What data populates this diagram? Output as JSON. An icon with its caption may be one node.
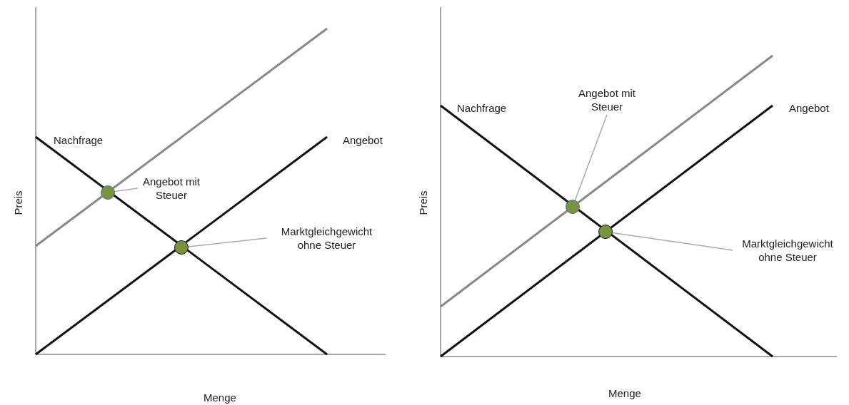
{
  "diagram": {
    "nodes": [
      {
        "text": [
          "Angebot mit Steuer"
        ]
      },
      {
        "text": [],
        "shape": "circle"
      },
      {
        "text": [
          "Marktgleichgewicht ohne Steuer"
        ]
      },
      {
        "text": [],
        "shape": "circle"
      },
      {
        "text": [
          "Angebot mit Steuer"
        ]
      },
      {
        "text": [],
        "shape": "circle"
      },
      {
        "text": [
          "Marktgleichgewicht ohne Steuer"
        ]
      },
      {
        "text": [],
        "shape": "circle"
      }
    ],
    "edges": [
      {
        "from": 0,
        "to": 1,
        "arrow": "none"
      },
      {
        "from": 2,
        "to": 3,
        "arrow": "none"
      },
      {
        "from": 4,
        "to": 5,
        "arrow": "none"
      },
      {
        "from": 6,
        "to": 7,
        "arrow": "none"
      }
    ],
    "labels": [
      "Preis",
      "Nachfrage",
      "Angebot",
      "Menge",
      "Preis",
      "Nachfrage",
      "Angebot",
      "Menge"
    ]
  }
}
